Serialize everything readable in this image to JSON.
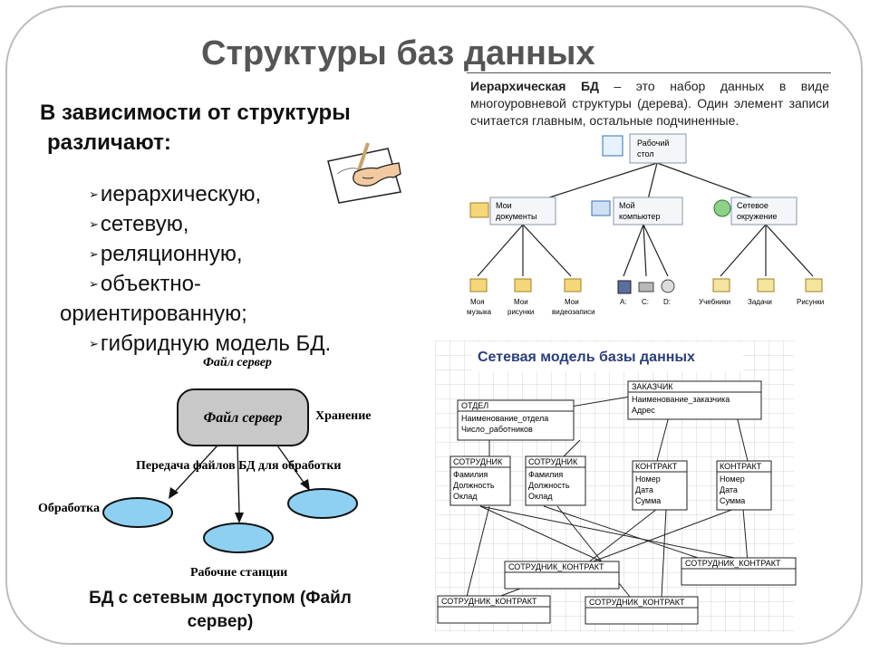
{
  "title": "Структуры баз данных",
  "intro": {
    "line1": "В зависимости от структуры",
    "line2": "различают:"
  },
  "bullet_marker": "➢",
  "bullets": [
    "иерархическую,",
    "сетевую,",
    "реляционную,",
    "объектно-",
    "ориентированную;",
    "гибридную модель БД."
  ],
  "hierarchy": {
    "text_bold": "Иерархическая БД",
    "text_rest": " – это набор данных в виде многоуровневой структуры (дерева). Один элемент записи считается главным, остальные подчиненные.",
    "root": {
      "l1": "Рабочий",
      "l2": "стол"
    },
    "level2": [
      {
        "l1": "Мои",
        "l2": "документы"
      },
      {
        "l1": "Мой",
        "l2": "компьютер"
      },
      {
        "l1": "Сетевое",
        "l2": "окружение"
      }
    ],
    "leaves": [
      {
        "l1": "Моя",
        "l2": "музыка"
      },
      {
        "l1": "Мои",
        "l2": "рисунки"
      },
      {
        "l1": "Мои",
        "l2": "видеозаписи"
      },
      {
        "l1": "A:",
        "l2": ""
      },
      {
        "l1": "C:",
        "l2": ""
      },
      {
        "l1": "D:",
        "l2": ""
      },
      {
        "l1": "Учебники",
        "l2": ""
      },
      {
        "l1": "Задачи",
        "l2": ""
      },
      {
        "l1": "Рисунки",
        "l2": ""
      }
    ]
  },
  "fileserver": {
    "heading": "Файл сервер",
    "server": "Файл сервер",
    "storage": "Хранение",
    "transfer": "Передача файлов БД для обработки",
    "processing": "Обработка",
    "workstations": "Рабочие станции",
    "caption_line1": "БД с сетевым доступом (Файл",
    "caption_line2": "сервер)"
  },
  "network": {
    "title": "Сетевая модель базы данных",
    "customer": {
      "name": "ЗАКАЗЧИК",
      "fields": [
        "Наименование_заказчика",
        "Адрес"
      ]
    },
    "dept": {
      "name": "ОТДЕЛ",
      "fields": [
        "Наименование_отдела",
        "Число_работников"
      ]
    },
    "emp": {
      "name": "СОТРУДНИК",
      "fields": [
        "Фамилия",
        "Должность",
        "Оклад"
      ]
    },
    "contract": {
      "name": "КОНТРАКТ",
      "fields": [
        "Номер",
        "Дата",
        "Сумма"
      ]
    },
    "link": "СОТРУДНИК_КОНТРАКТ"
  }
}
